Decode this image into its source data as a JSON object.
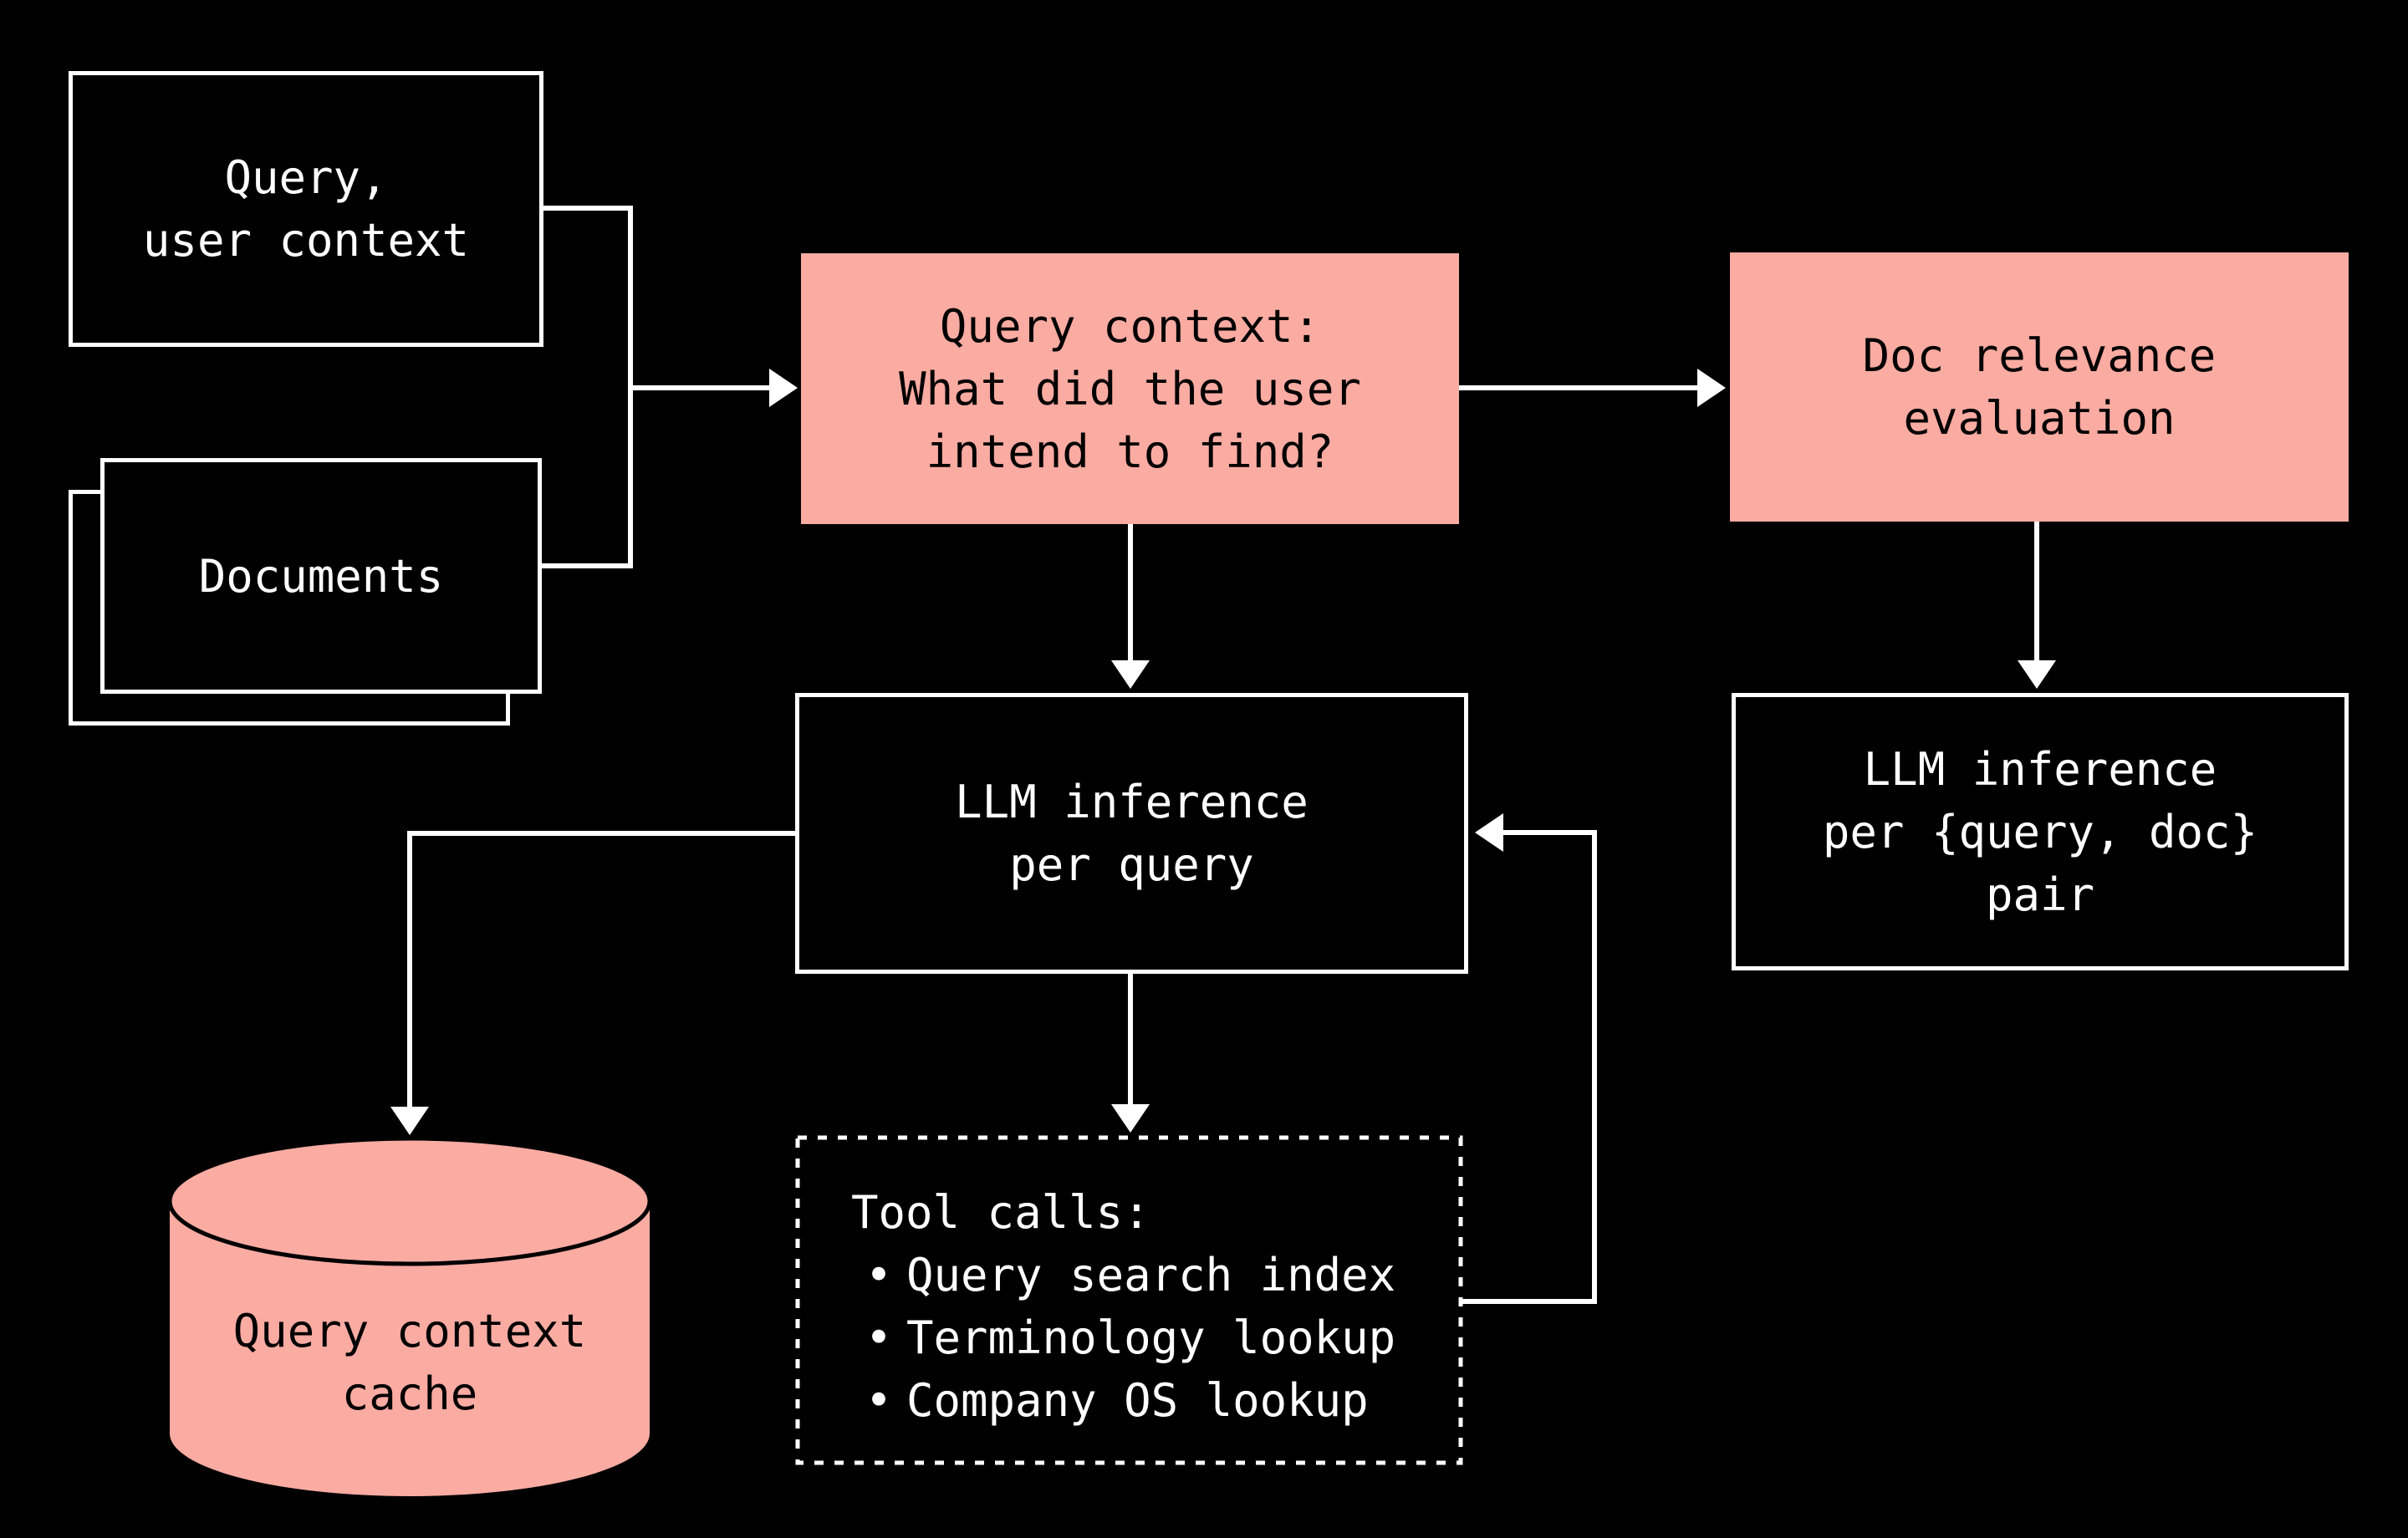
{
  "colors": {
    "background": "#000000",
    "line": "#ffffff",
    "accent_pink": "#faaba2",
    "text_on_dark": "#ffffff",
    "text_on_pink": "#000000",
    "node_border": "#ffffff"
  },
  "nodes": {
    "query_user_context": {
      "line1": "Query,",
      "line2": "user context"
    },
    "documents": {
      "label": "Documents"
    },
    "query_context": {
      "line1": "Query context:",
      "line2": "What did the user",
      "line3": "intend to find?"
    },
    "doc_relevance": {
      "line1": "Doc relevance",
      "line2": "evaluation"
    },
    "llm_per_query": {
      "line1": "LLM inference",
      "line2": "per query"
    },
    "llm_per_pair": {
      "line1": "LLM inference",
      "line2": "per {query, doc}",
      "line3": "pair"
    },
    "query_context_cache": {
      "line1": "Query context",
      "line2": "cache"
    },
    "tool_calls": {
      "title": "Tool calls:",
      "bullet": "•",
      "item1": "Query search index",
      "item2": "Terminology lookup",
      "item3": "Company OS lookup"
    }
  }
}
